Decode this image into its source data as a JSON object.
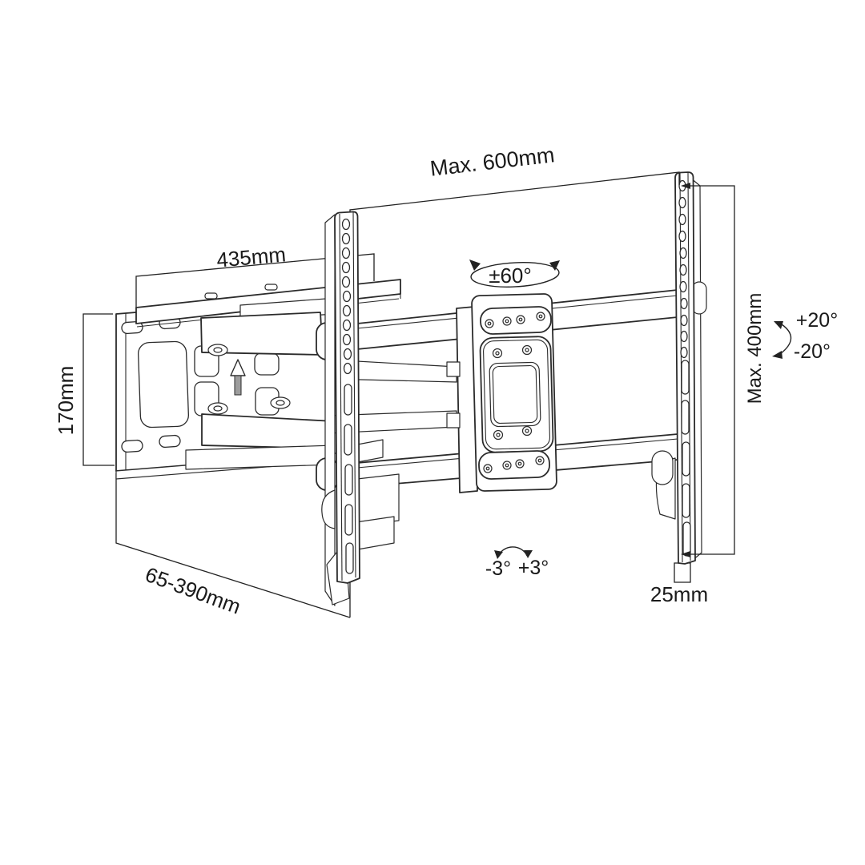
{
  "page": {
    "title": "Full-motion TV wall mount dimensional drawing",
    "background": "#ffffff",
    "line_color": "#2b2b2b",
    "arrow_shaft_color": "#9c9c9c"
  },
  "labels": {
    "max_width": "Max. 600mm",
    "plate_width": "435mm",
    "plate_height": "170mm",
    "extension_range": "65-390mm",
    "max_height": "Max. 400mm",
    "rail_depth": "25mm",
    "swivel_range": "±60°",
    "tilt_up": "+20°",
    "tilt_down": "-20°",
    "level_minus": "-3°",
    "level_plus": "+3°"
  }
}
